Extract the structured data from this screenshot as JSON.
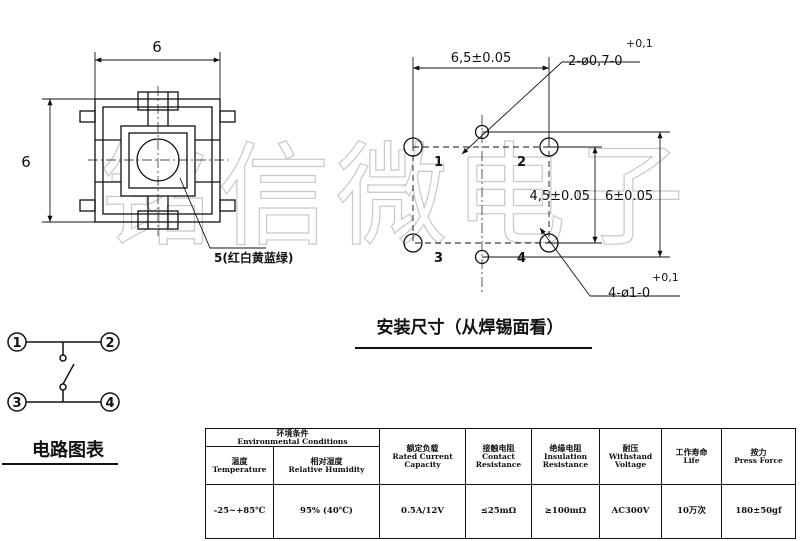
{
  "watermark": "铭信微电子",
  "top_view": {
    "width_dim": "6",
    "height_dim": "6",
    "callout": "5(红白黄蓝绿)"
  },
  "pcb_layout": {
    "pitch_x": "6,5±0.05",
    "pitch_y_inner": "4,5±0.05",
    "pitch_y_outer": "6±0.05",
    "small_hole": {
      "main": "2-ø0,7-0",
      "tol": "+0,1"
    },
    "large_hole": {
      "main": "4-ø1-0",
      "tol": "+0,1"
    },
    "pin_labels": [
      "1",
      "2",
      "3",
      "4"
    ],
    "caption": "安装尺寸（从焊锡面看）"
  },
  "circuit": {
    "pins": [
      "1",
      "2",
      "3",
      "4"
    ],
    "caption": "电路图表"
  },
  "specs_table": {
    "headers": {
      "environment": {
        "zh": "环境条件",
        "en": "Environmental Conditions"
      },
      "temperature": {
        "zh": "温度",
        "en": "Temperature"
      },
      "humidity": {
        "zh": "相对湿度",
        "en": "Relative Humidity"
      },
      "rated": {
        "zh": "额定负载",
        "en": "Rated Current Capacity"
      },
      "contact": {
        "zh": "接触电阻",
        "en": "Contact Resistance"
      },
      "insulation": {
        "zh": "绝缘电阻",
        "en": "Insulation Resistance"
      },
      "withstand": {
        "zh": "耐压",
        "en": "Withstand Voltage"
      },
      "life": {
        "zh": "工作寿命",
        "en": "Life"
      },
      "force": {
        "zh": "按力",
        "en": "Press Force"
      }
    },
    "values": {
      "temperature": "-25~+85℃",
      "humidity": "95% (40℃)",
      "rated": "0.5A/12V",
      "contact": "≤25mΩ",
      "insulation": "≥100mΩ",
      "withstand": "AC300V",
      "life": "10万次",
      "force": "180±50gf"
    }
  }
}
